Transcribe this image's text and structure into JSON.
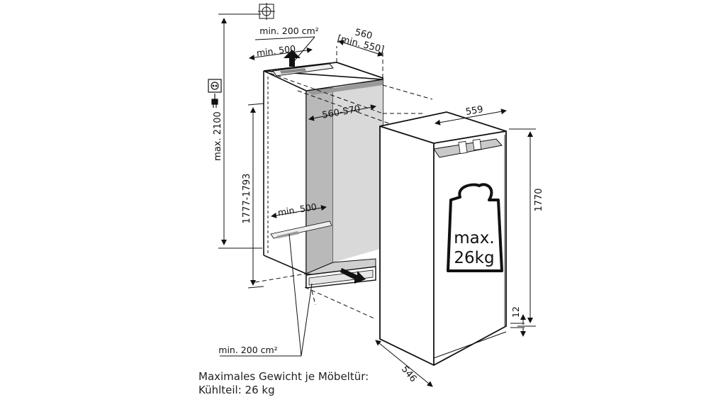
{
  "niche": {
    "height_max": "max. 2100",
    "height_range": "1777-1793",
    "width_range": "560-570",
    "depth": "560",
    "depth_min": "[min. 550]",
    "top_vent_area": "min. 200 cm²",
    "top_vent_depth": "min. 500",
    "bottom_vent_depth": "min. 500",
    "bottom_vent_area": "min. 200 cm²"
  },
  "appliance": {
    "width": "559",
    "height": "1770",
    "depth": "546",
    "foot_gap": "12"
  },
  "weight_icon": {
    "line1": "max.",
    "line2": "26kg"
  },
  "caption": {
    "line1": "Maximales Gewicht je Möbeltür:",
    "line2": "Kühlteil: 26 kg"
  }
}
